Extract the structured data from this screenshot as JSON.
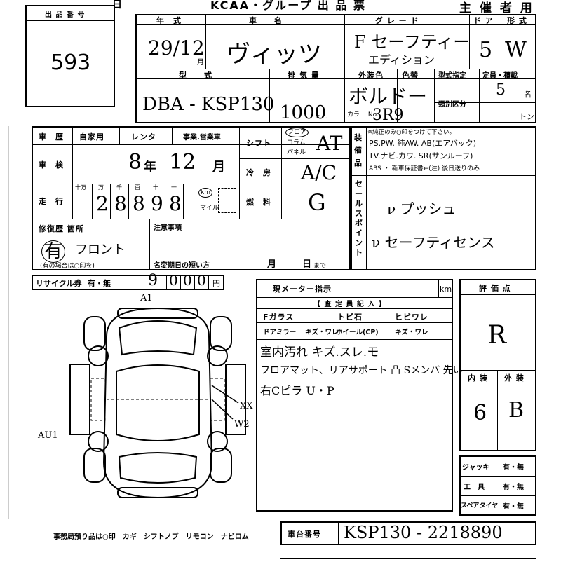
{
  "header": {
    "title_fragment": "KCAA・グループ 出 品 票",
    "sponsor": "主 催 者 用",
    "mark_left": "日"
  },
  "lot": {
    "label": "出 品 番 号",
    "number": "593"
  },
  "vehicle": {
    "labels": {
      "year": "年　式",
      "name": "車　　名",
      "grade": "グ レ ー ド",
      "doors": "ド ア",
      "shape": "形 式",
      "model": "型　　式",
      "displacement": "排 気 量",
      "exterior": "外装色",
      "colorcode_label": "色替",
      "model_designation": "型式指定",
      "classification": "類別区分",
      "capacity": "定員・積載",
      "persons": "名",
      "tons": "トン",
      "cc": "c.c.",
      "color_no": "カラー No."
    },
    "year": "29/12",
    "year_unit": "月",
    "name": "ヴィッツ",
    "grade_line1": "F セーフティー",
    "grade_line2": "エディション",
    "doors": "5",
    "shape": "W",
    "model": "DBA - KSP130",
    "displacement": "1000",
    "exterior_color": "ボルドー",
    "color_code": "3R9",
    "capacity": "5"
  },
  "history": {
    "labels": {
      "history": "車　歴",
      "private": "自家用",
      "rental": "レンタ",
      "business": "事業.営業車",
      "inspection": "車　検",
      "year": "年",
      "month": "月",
      "mileage": "走　行",
      "mile": "マイル",
      "km": "km",
      "shift": "シフト",
      "floor": "フロア",
      "column": "コラム",
      "panel": "パネル",
      "ac": "冷　房",
      "fuel": "燃　料"
    },
    "digit_labels": [
      "十万",
      "万",
      "千",
      "百",
      "十",
      "一"
    ],
    "inspection_year": "8",
    "inspection_month": "12",
    "mileage_digits": [
      "2",
      "8",
      "8",
      "9",
      "8"
    ],
    "shift": "AT",
    "ac": "A/C",
    "fuel": "G"
  },
  "equipment": {
    "side_label": "装備品",
    "note": "※純正のみ○印をつけて下さい。",
    "line1": "PS.PW. 純AW. AB(エアバック)",
    "line2": "TV.ナビ.カワ. SR(サンルーフ)",
    "line3": "ABS ・ 新車保証書←(注) 後日送りのみ"
  },
  "sales_point": {
    "side_label": "セールスポイント",
    "line1": "ν プッシュ",
    "line2": "ν セーフティセンス"
  },
  "repair": {
    "label": "修復歴 箇所",
    "note": "(有の場合は○印を)",
    "value_mark": "有",
    "value_text": "フロント",
    "caution_label": "注意事項",
    "rename_label": "名変期日の短い方",
    "month": "月",
    "day": "日",
    "until": "まで"
  },
  "recycle": {
    "label": "リサイクル券",
    "options": "有・無",
    "digits": [
      "9",
      "0",
      "0",
      "0"
    ],
    "yen": "円"
  },
  "meter": {
    "label": "現メーター指示",
    "unit": "km"
  },
  "inspector": {
    "header": "【 査 定 員 記 入 】",
    "glass": "Fガラス",
    "glass_opts": "トビ石",
    "hibi": "ヒビワレ",
    "mirror": "ドアミラー",
    "mirror_opts": "キズ・ワレ",
    "wheel": "ホイール(CP)",
    "wheel_opts": "キズ・ワレ",
    "note1": "室内汚れ キズ.スレ.モ",
    "note2": "フロアマット、リアサポート 凸 Sメンバ 先い",
    "note3": "右Cピラ U・P"
  },
  "grade_box": {
    "score_label": "評 価 点",
    "score": "R",
    "interior_label": "内 装",
    "exterior_label": "外 装",
    "interior": "6",
    "exterior": "B"
  },
  "tools": {
    "jack": "ジャッキ",
    "tool": "工　具",
    "spare": "スペアタイヤ",
    "opts": "有・無"
  },
  "diagram": {
    "marks": {
      "a1": "A1",
      "au1": "AU1",
      "xx": "XX",
      "w2": "W2"
    }
  },
  "office": {
    "text": "事務局預り品は○印　カギ　シフトノブ　リモコン　ナビロム"
  },
  "chassis": {
    "label": "車台番号",
    "value": "KSP130 - 2218890"
  }
}
